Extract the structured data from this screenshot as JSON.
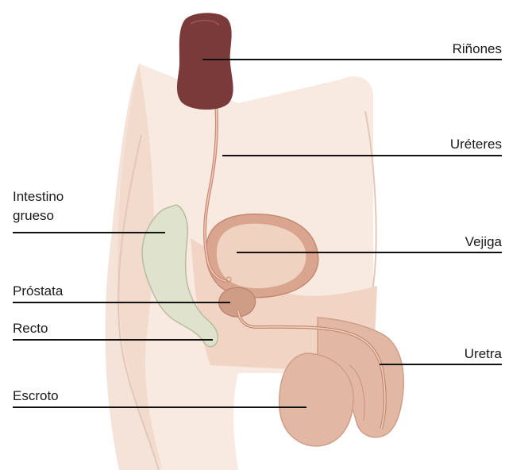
{
  "labels": {
    "rinones": "Riñones",
    "ureteres": "Uréteres",
    "intestino_1": "Intestino",
    "intestino_2": "grueso",
    "vejiga": "Vejiga",
    "prostata": "Próstata",
    "recto": "Recto",
    "uretra": "Uretra",
    "escroto": "Escroto"
  },
  "colors": {
    "skin": "#f3dccf",
    "skin_shade": "#e9c4b2",
    "kidney": "#7a3a3a",
    "bladder": "#d9a58e",
    "bladder_inner": "#efd2bf",
    "intestine": "#dfe2cc",
    "leader_line": "#111111"
  }
}
